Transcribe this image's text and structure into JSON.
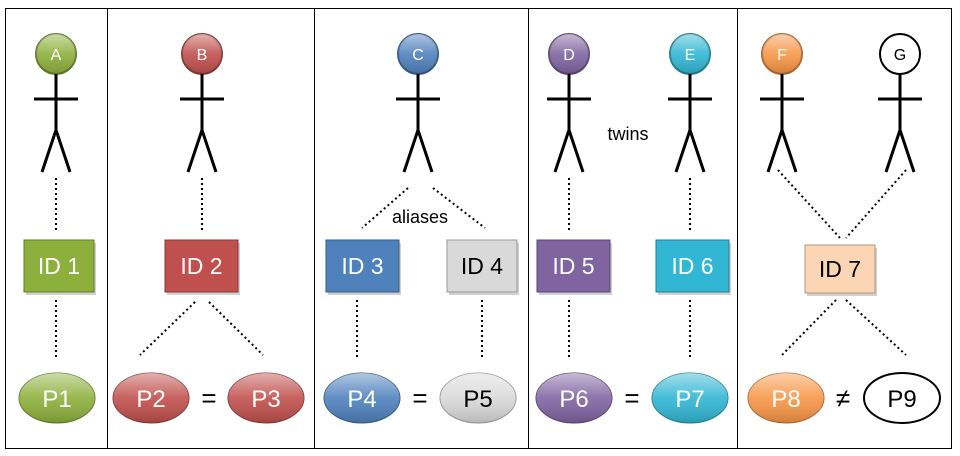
{
  "persons": [
    {
      "key": "A",
      "label": "A",
      "color": "#8db03c"
    },
    {
      "key": "B",
      "label": "B",
      "color": "#c0504d"
    },
    {
      "key": "C",
      "label": "C",
      "color": "#4f81bd"
    },
    {
      "key": "D",
      "label": "D",
      "color": "#8064a2"
    },
    {
      "key": "E",
      "label": "E",
      "color": "#31b6d4"
    },
    {
      "key": "F",
      "label": "F",
      "color": "#f79646"
    },
    {
      "key": "G",
      "label": "G",
      "color": "#ffffff"
    }
  ],
  "ids": [
    {
      "key": "id1",
      "label": "ID 1",
      "color": "#8db03c"
    },
    {
      "key": "id2",
      "label": "ID 2",
      "color": "#c0504d"
    },
    {
      "key": "id3",
      "label": "ID 3",
      "color": "#4f81bd"
    },
    {
      "key": "id4",
      "label": "ID 4",
      "color": "#d9d9d9"
    },
    {
      "key": "id5",
      "label": "ID 5",
      "color": "#8064a2"
    },
    {
      "key": "id6",
      "label": "ID 6",
      "color": "#31b6d4"
    },
    {
      "key": "id7",
      "label": "ID 7",
      "color": "#fcd5b5"
    }
  ],
  "profiles": [
    {
      "key": "p1",
      "label": "P1",
      "color": "#8db03c"
    },
    {
      "key": "p2",
      "label": "P2",
      "color": "#c0504d"
    },
    {
      "key": "p3",
      "label": "P3",
      "color": "#c0504d"
    },
    {
      "key": "p4",
      "label": "P4",
      "color": "#4f81bd"
    },
    {
      "key": "p5",
      "label": "P5",
      "color": "#d9d9d9"
    },
    {
      "key": "p6",
      "label": "P6",
      "color": "#8064a2"
    },
    {
      "key": "p7",
      "label": "P7",
      "color": "#31b6d4"
    },
    {
      "key": "p8",
      "label": "P8",
      "color": "#f79646"
    },
    {
      "key": "p9",
      "label": "P9",
      "color": "#ffffff"
    }
  ],
  "relations": [
    {
      "key": "eq1",
      "symbol": "="
    },
    {
      "key": "eq2",
      "symbol": "="
    },
    {
      "key": "eq3",
      "symbol": "="
    },
    {
      "key": "neq1",
      "symbol": "≠"
    }
  ],
  "annotations": {
    "aliases": "aliases",
    "twins": "twins"
  }
}
